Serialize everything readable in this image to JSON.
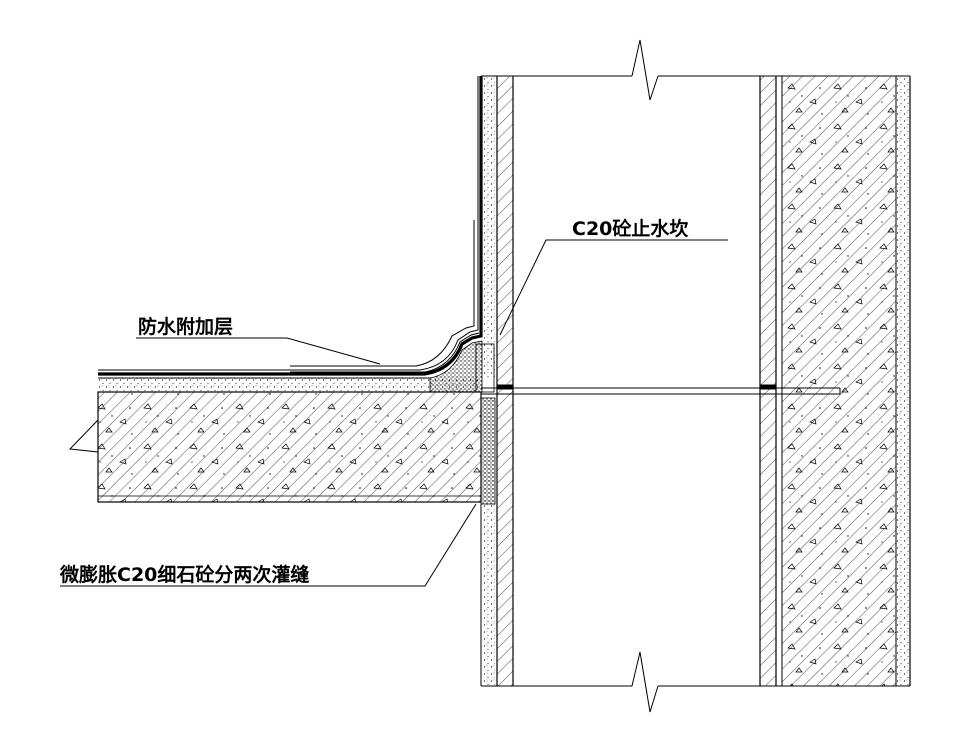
{
  "labels": {
    "stop_water_curb": "C20砼止水坎",
    "waterproof_layer": "防水附加层",
    "grout_joint": "微膨胀C20细石砼分两次灌缝"
  },
  "colors": {
    "line": "#000000",
    "background": "#ffffff",
    "membrane": "#000000"
  }
}
